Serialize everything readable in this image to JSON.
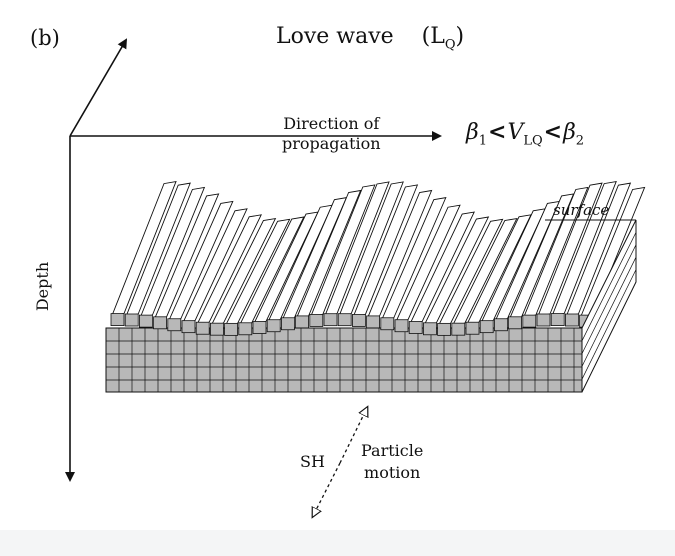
{
  "panel_label": "(b)",
  "title": {
    "main": "Love wave",
    "symbol": "L",
    "subscript": "Q"
  },
  "direction_label": {
    "line1": "Direction of",
    "line2": "propagation"
  },
  "velocity_condition": {
    "beta1": "β",
    "sub1": "1",
    "lt1": "<",
    "v": "V",
    "sub_v": "LQ",
    "lt2": "<",
    "beta2": "β",
    "sub2": "2"
  },
  "depth_label": "Depth",
  "surface_label": "surface",
  "sh_label": "SH",
  "particle_motion_label": {
    "line1": "Particle",
    "line2": "motion"
  },
  "colors": {
    "line": "#111111",
    "block_face": "#b8b8b8",
    "slab_top": "#ffffff",
    "background": "#ffffff",
    "page": "#f4f5f6"
  }
}
